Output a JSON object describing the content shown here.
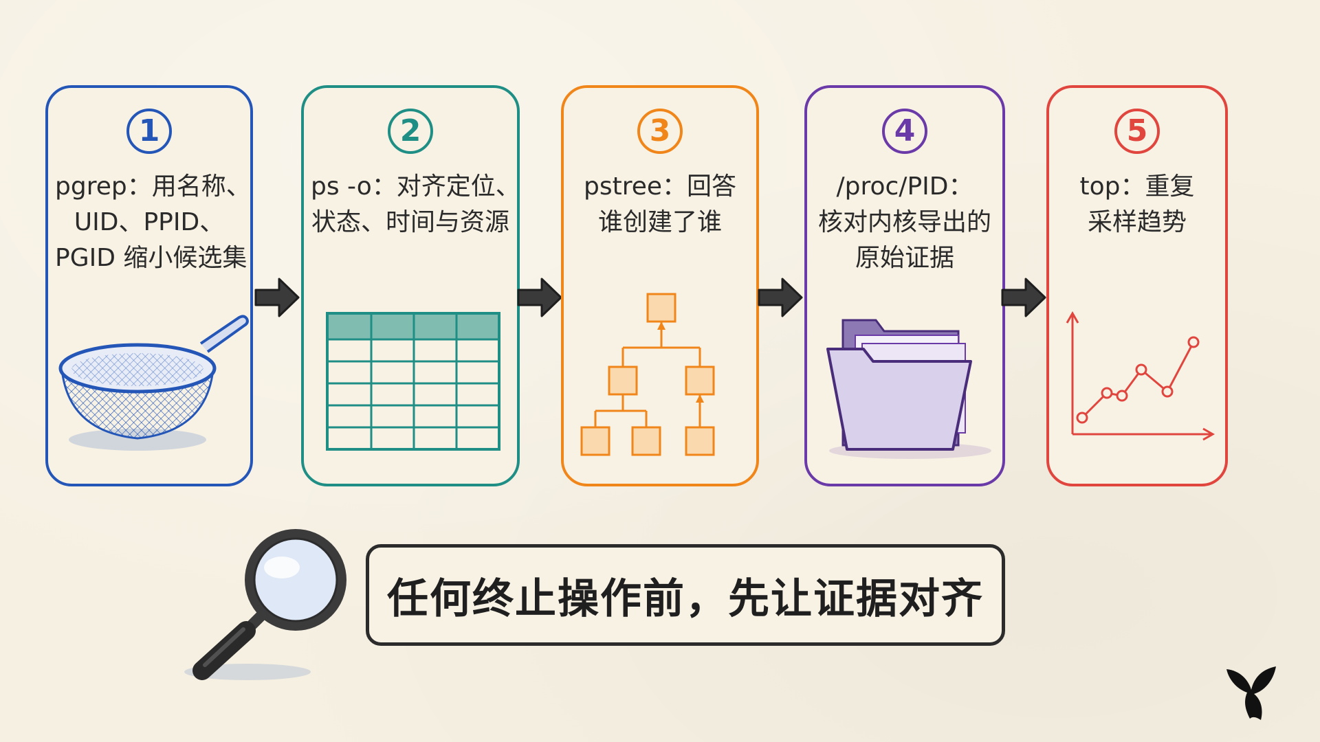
{
  "steps": [
    {
      "number": "1",
      "lines": [
        "pgrep：用名称、",
        "UID、PPID、",
        "PGID 缩小候选集"
      ],
      "color": "#2456b8",
      "icon": "strainer-icon"
    },
    {
      "number": "2",
      "lines": [
        "ps -o：对齐定位、",
        "状态、时间与资源"
      ],
      "color": "#1f8f86",
      "icon": "table-icon"
    },
    {
      "number": "3",
      "lines": [
        "pstree：回答",
        "谁创建了谁"
      ],
      "color": "#f0861a",
      "icon": "process-tree-icon"
    },
    {
      "number": "4",
      "lines": [
        "/proc/PID：",
        "核对内核导出的",
        "原始证据"
      ],
      "color": "#6a3aa8",
      "icon": "folder-icon"
    },
    {
      "number": "5",
      "lines": [
        "top：重复",
        "采样趋势"
      ],
      "color": "#e0453e",
      "icon": "line-chart-icon"
    }
  ],
  "caption": "任何终止操作前，先让证据对齐",
  "decorations": {
    "magnifier": "magnifier-icon",
    "logo": "butterfly-logo-icon"
  }
}
